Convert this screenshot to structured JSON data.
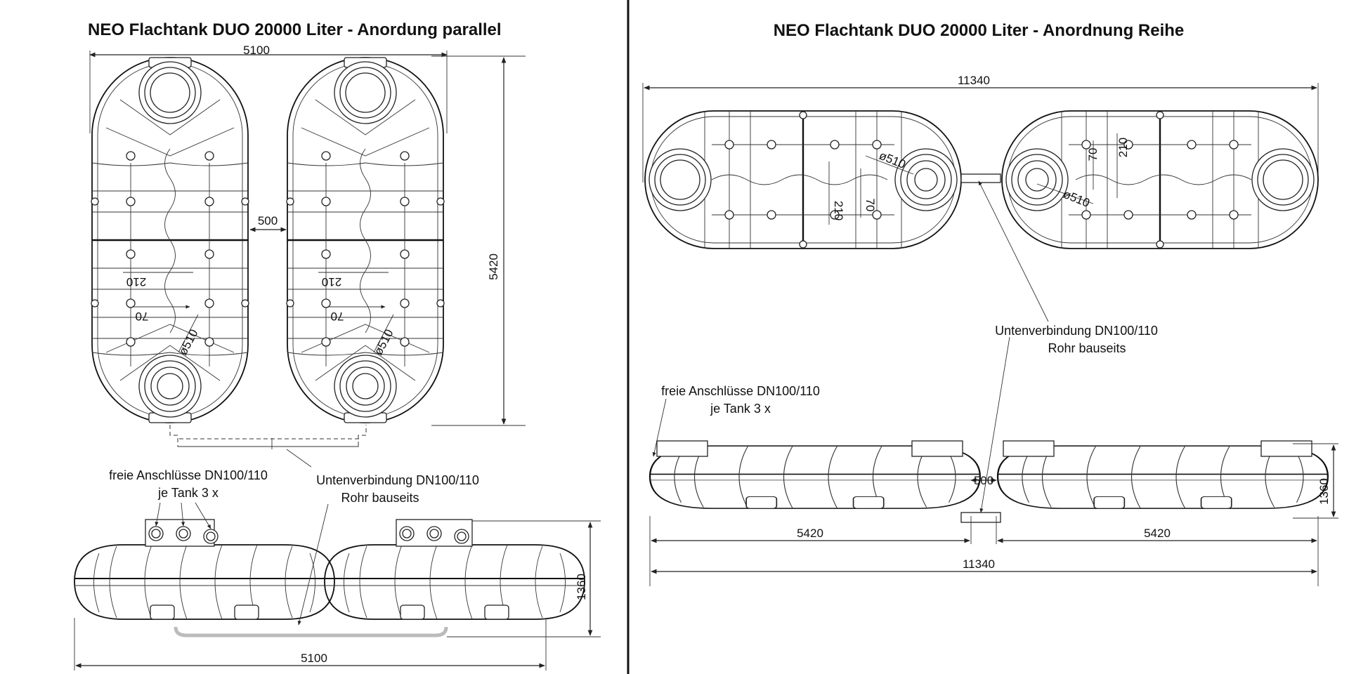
{
  "left_panel": {
    "title": "NEO Flachtank DUO 20000 Liter - Anordung parallel",
    "dim_top_width": "5100",
    "dim_gap": "500",
    "dim_height": "5420",
    "dim_rib_210": "210",
    "dim_rib_70": "70",
    "dim_dome_dia": "ø510",
    "label_free_ports_line1": "freie Anschlüsse DN100/110",
    "label_free_ports_line2": "je Tank 3 x",
    "label_under_conn_line1": "Untenverbindung DN100/110",
    "label_under_conn_line2": "Rohr bauseits",
    "dim_side_height": "1360",
    "dim_bottom_width": "5100"
  },
  "right_panel": {
    "title": "NEO Flachtank DUO 20000 Liter - Anordnung Reihe",
    "dim_top_total": "11340",
    "dim_rib_210": "210",
    "dim_rib_70": "70",
    "dim_dome_dia": "ø510",
    "label_under_conn_line1": "Untenverbindung DN100/110",
    "label_under_conn_line2": "Rohr bauseits",
    "label_free_ports_line1": "freie Anschlüsse DN100/110",
    "label_free_ports_line2": "je Tank 3 x",
    "dim_gap": "500",
    "dim_side_height": "1360",
    "dim_tank_length_1": "5420",
    "dim_tank_length_2": "5420",
    "dim_bottom_total": "11340"
  }
}
